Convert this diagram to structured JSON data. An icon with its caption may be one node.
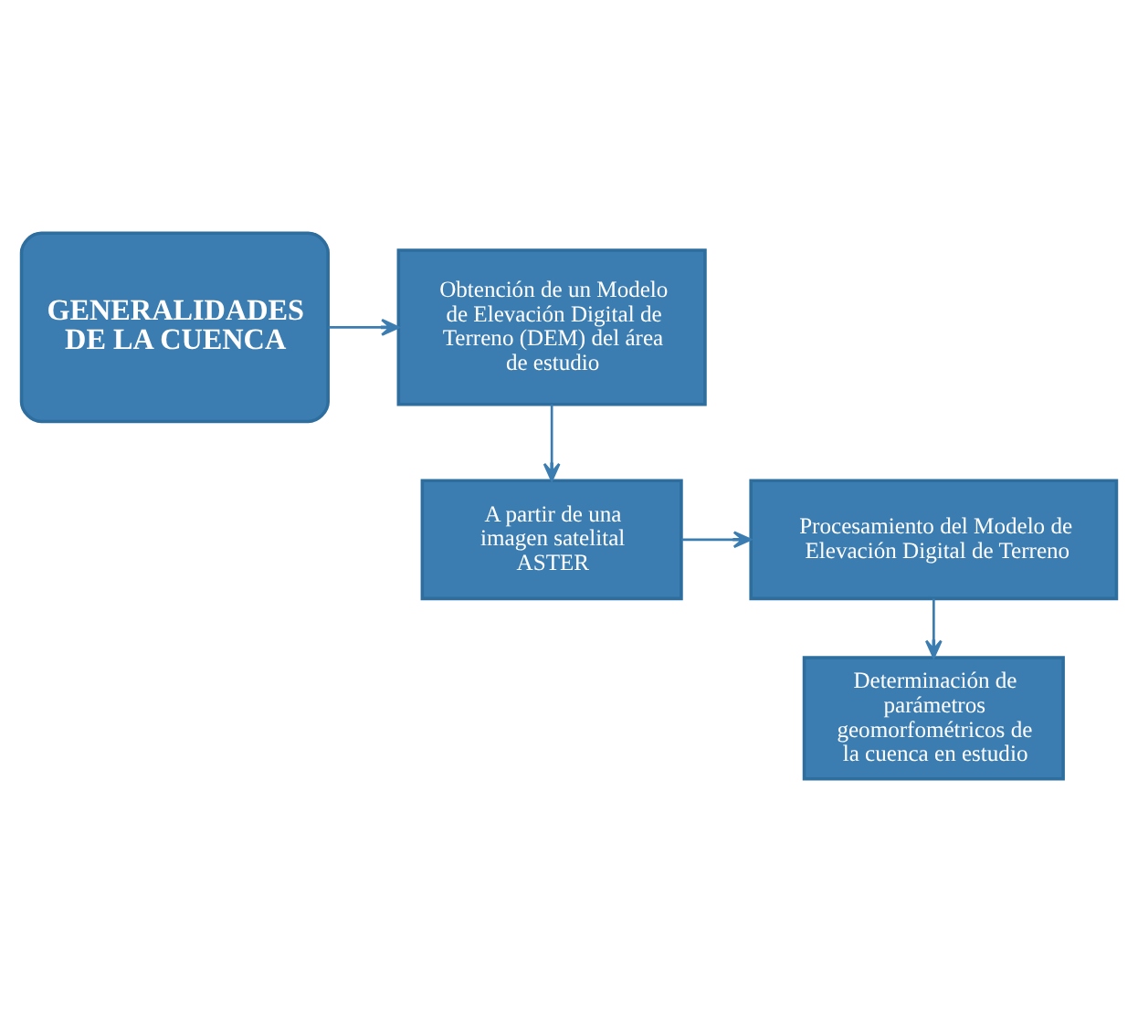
{
  "diagram": {
    "nodes": [
      {
        "text": [
          "GENERALIDADES DE LA CUENCA"
        ]
      },
      {
        "text": [
          "Obtención de un Modelo de Elevación Digital de Terreno (DEM) del área de estudio"
        ]
      },
      {
        "text": [
          "A partir de una imagen satelital ASTER"
        ]
      },
      {
        "text": [
          "Procesamiento del Modelo de Elevación Digital de Terreno"
        ]
      },
      {
        "text": [
          "Determinación de parámetros geomorfométricos de la cuenca en estudio"
        ]
      }
    ],
    "edges": [
      {
        "from": 0,
        "to": 1,
        "arrow": "to"
      },
      {
        "from": 1,
        "to": 2,
        "arrow": "to"
      },
      {
        "from": 2,
        "to": 3,
        "arrow": "to"
      },
      {
        "from": 3,
        "to": 4,
        "arrow": "to"
      }
    ]
  }
}
